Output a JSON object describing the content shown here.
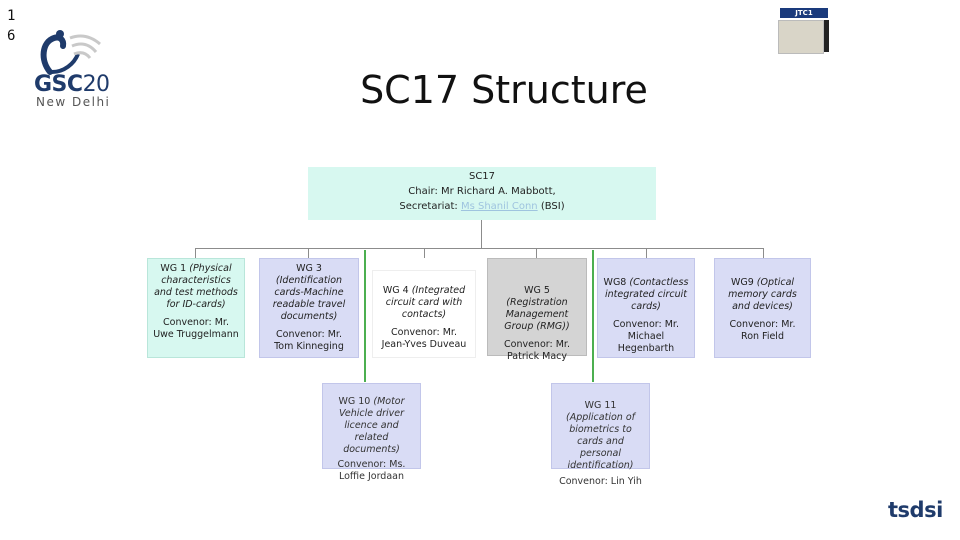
{
  "slide": {
    "number_line1": "1",
    "number_line2": "6",
    "title": "SC17 Structure"
  },
  "logo": {
    "main_letters": "GSC",
    "main_number": "20",
    "city": "New Delhi",
    "badge": "JTC1"
  },
  "root": {
    "name": "SC17",
    "chair": "Chair: Mr Richard A. Mabbott,",
    "secretariat_prefix": "Secretariat: ",
    "secretariat_link": "Ms Shanil Conn",
    "secretariat_suffix": " (BSI)"
  },
  "working_groups": [
    {
      "name_prefix": "WG 1 ",
      "name_italic": "(Physical characteristics and test methods for ID-cards)",
      "convenor": "Convenor: Mr. Uwe Truggelmann"
    },
    {
      "name_prefix": "WG 3 ",
      "name_italic": "(Identification cards-Machine readable travel documents)",
      "convenor": "Convenor: Mr. Tom Kinneging"
    },
    {
      "name_prefix": "WG 4 ",
      "name_italic": "(Integrated circuit card with contacts)",
      "convenor": "Convenor: Mr. Jean-Yves Duveau"
    },
    {
      "name_prefix": "WG 5 ",
      "name_italic": "(Registration Management Group (RMG))",
      "convenor": "Convenor: Mr. Patrick Macy"
    },
    {
      "name_prefix": "WG8 ",
      "name_italic": "(Contactless integrated circuit cards)",
      "convenor": "Convenor: Mr. Michael Hegenbarth"
    },
    {
      "name_prefix": "WG9 ",
      "name_italic": "(Optical memory cards and devices)",
      "convenor": "Convenor: Mr. Ron Field"
    },
    {
      "name_prefix": "WG 10 ",
      "name_italic": "(Motor Vehicle driver licence and related documents)",
      "convenor": "Convenor: Ms. Loffie Jordaan"
    },
    {
      "name_prefix": "WG 11 ",
      "name_italic": "(Application of biometrics to cards and personal identification)",
      "convenor": "Convenor: Lin Yih"
    }
  ],
  "footer": {
    "brand": "tsdsi"
  },
  "colors": {
    "mint": "#d7f8f0",
    "lavender": "#d9dcf5",
    "gray": "#d4d4d4",
    "link": "#9fc4df",
    "brand_navy": "#1f3b6b"
  }
}
